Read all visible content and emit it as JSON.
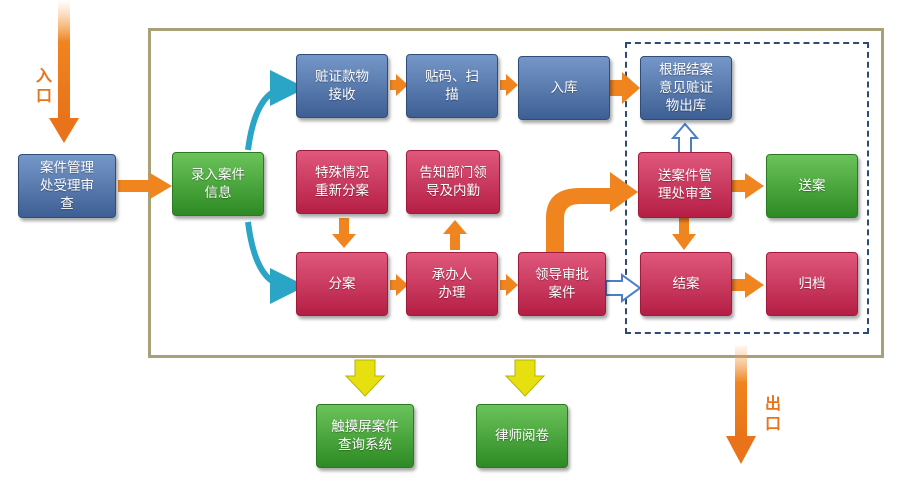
{
  "labels": {
    "entry": "入口",
    "exit": "出口"
  },
  "boxes": {
    "case_mgmt": "案件管理\n处受理审\n查",
    "input_info": "录入案件\n信息",
    "evidence_receive": "赃证款物\n接收",
    "code_scan": "贴码、扫\n描",
    "storage": "入库",
    "release": "根据结案\n意见赃证\n物出库",
    "special": "特殊情况\n重新分案",
    "notify": "告知部门领\n导及内勤",
    "assign": "分案",
    "handler": "承办人\n办理",
    "approve": "领导审批\n案件",
    "send_review": "送案件管\n理处审查",
    "send_case": "送案",
    "close_case": "结案",
    "archive": "归档",
    "touchscreen": "触摸屏案件\n查询系统",
    "lawyer": "律师阅卷"
  },
  "colors": {
    "blue": "#4a6ea5",
    "green": "#3f9f31",
    "red": "#c8284f",
    "orange": "#f0841f",
    "yellow": "#e7e010",
    "teal": "#2aa5c6"
  }
}
